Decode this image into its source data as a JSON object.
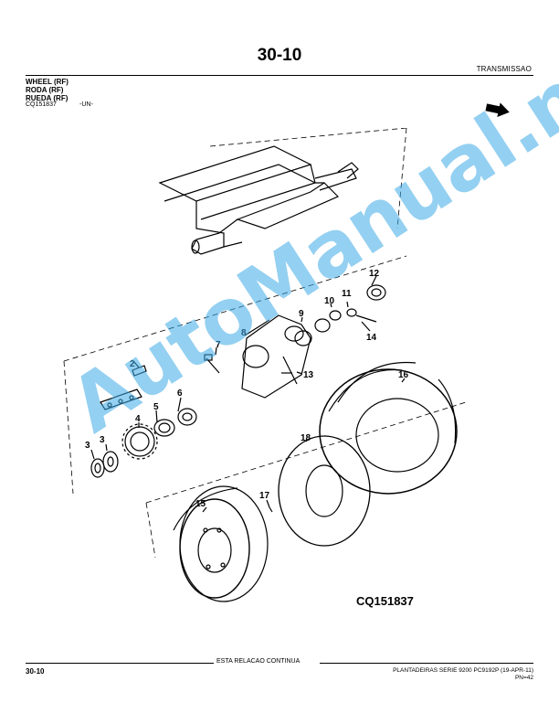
{
  "page_number": "30-10",
  "section_title": "TRANSMISSAO",
  "part_names": [
    "WHEEL (RF)",
    "RODA (RF)",
    "RUEDA (RF)"
  ],
  "reference_code": "CQ151837",
  "reference_unit": "-UN-",
  "callouts": [
    "2",
    "3",
    "3",
    "4",
    "5",
    "6",
    "7",
    "8",
    "9",
    "10",
    "11",
    "12",
    "13",
    "14",
    "15",
    "16",
    "17",
    "18"
  ],
  "figure_label": "CQ151837",
  "watermark": "AutoManual.net",
  "footer": {
    "continues": "ESTA RELACAO CONTINUA",
    "page_number": "30-10",
    "catalog_line": "PLANTADEIRAS SERIE 9200   PC9192P   (19-APR-11)",
    "pn": "PN=42"
  },
  "icons": {
    "arrow": "right-arrow-icon"
  }
}
